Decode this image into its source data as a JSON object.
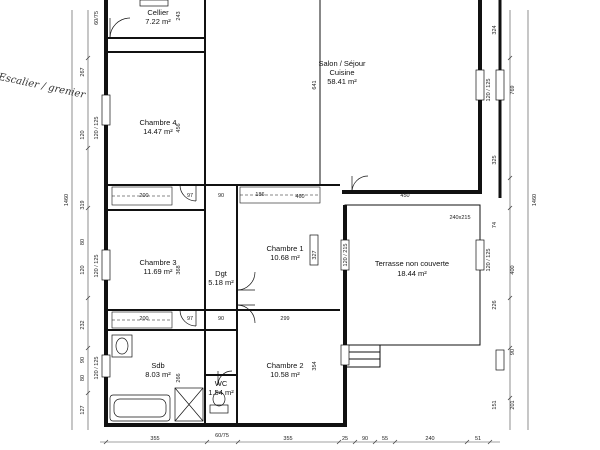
{
  "rooms": {
    "cellier": {
      "name": "Cellier",
      "area": "7.22 m²"
    },
    "salon": {
      "name": "Salon / Séjour",
      "sub": "Cuisine",
      "area": "58.41 m²"
    },
    "chambre4": {
      "name": "Chambre 4",
      "area": "14.47 m²"
    },
    "chambre3": {
      "name": "Chambre 3",
      "area": "11.69 m²"
    },
    "chambre1": {
      "name": "Chambre 1",
      "area": "10.68 m²"
    },
    "chambre2": {
      "name": "Chambre 2",
      "area": "10.58 m²"
    },
    "dgt": {
      "name": "Dgt",
      "area": "5.18 m²"
    },
    "sdb": {
      "name": "Sdb",
      "area": "8.03 m²"
    },
    "wc": {
      "name": "WC",
      "area": "1.54 m²"
    },
    "terrasse": {
      "name": "Terrasse non couverte",
      "area": "18.44 m²"
    }
  },
  "dimensions": {
    "bottom": [
      "355",
      "60/75",
      "355",
      "25",
      "90",
      "55",
      "240",
      "51"
    ],
    "left_outer": "1460",
    "left": [
      "60/75",
      "267",
      "120",
      "120 / 125",
      "319",
      "80",
      "120",
      "120 / 125",
      "232",
      "80",
      "90",
      "120 / 125",
      "127"
    ],
    "right_outer": "1460",
    "right": [
      "324",
      "120 / 125",
      "769",
      "325",
      "74",
      "400",
      "120 / 125",
      "226",
      "90",
      "151",
      "201"
    ],
    "interior": [
      "243",
      "641",
      "450",
      "240x215",
      "200",
      "97",
      "90",
      "186",
      "460",
      "200",
      "97",
      "90",
      "299",
      "327",
      "120 / 215",
      "368",
      "354",
      "266",
      "456",
      "450"
    ]
  },
  "annotation": "Escalier / grenier"
}
